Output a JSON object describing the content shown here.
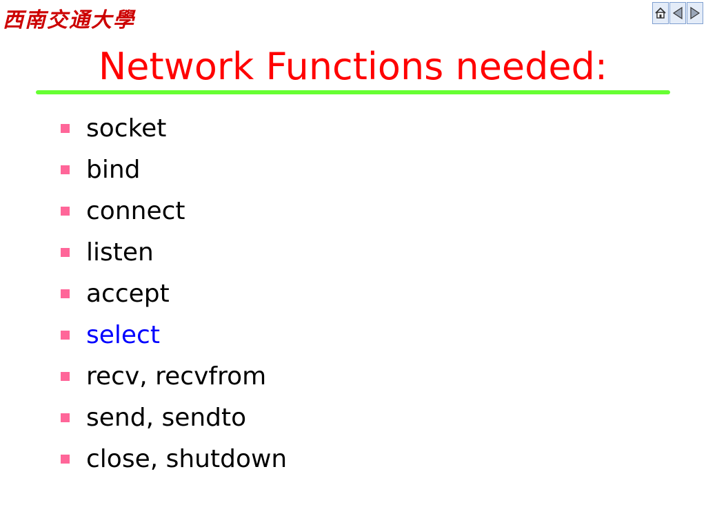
{
  "logo_text": "西南交通大學",
  "nav": {
    "buttons": [
      {
        "icon": "home-icon"
      },
      {
        "icon": "arrow-left-icon"
      },
      {
        "icon": "arrow-right-icon"
      }
    ]
  },
  "slide": {
    "title": "Network Functions needed:",
    "items": [
      {
        "text": "socket"
      },
      {
        "text": "bind"
      },
      {
        "text": "connect"
      },
      {
        "text": "listen"
      },
      {
        "text": "accept"
      },
      {
        "text": "select",
        "highlight": true
      },
      {
        "text": "recv, recvfrom"
      },
      {
        "text": "send, sendto"
      },
      {
        "text": "close, shutdown"
      }
    ]
  },
  "colors": {
    "title": "#ff0000",
    "rule": "#66ff33",
    "bullet": "#ff6699",
    "highlight": "#0000ff",
    "logo": "#cc0000"
  }
}
